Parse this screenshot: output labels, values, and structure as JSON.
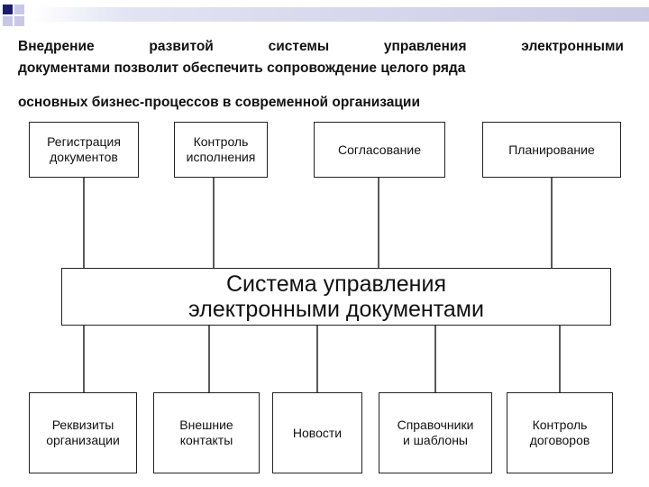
{
  "intro": {
    "line1_words": [
      "Внедрение",
      "развитой",
      "системы",
      "управления",
      "электронными"
    ],
    "line2": "документами позволит обеспечить сопровождение целого ряда",
    "line3": "основных бизнес-процессов в современной организации"
  },
  "colors": {
    "deco_dark": "#1d1d6e",
    "deco_light": "#c8c8e6",
    "box_border": "#222222"
  },
  "diagram": {
    "center": "Система управления\nэлектронными документами",
    "top_boxes": [
      "Регистрация\nдокументов",
      "Контроль\nисполнения",
      "Согласование",
      "Планирование"
    ],
    "bottom_boxes": [
      "Реквизиты\nорганизации",
      "Внешние\nконтакты",
      "Новости",
      "Справочники\nи шаблоны",
      "Контроль\nдоговоров"
    ]
  }
}
